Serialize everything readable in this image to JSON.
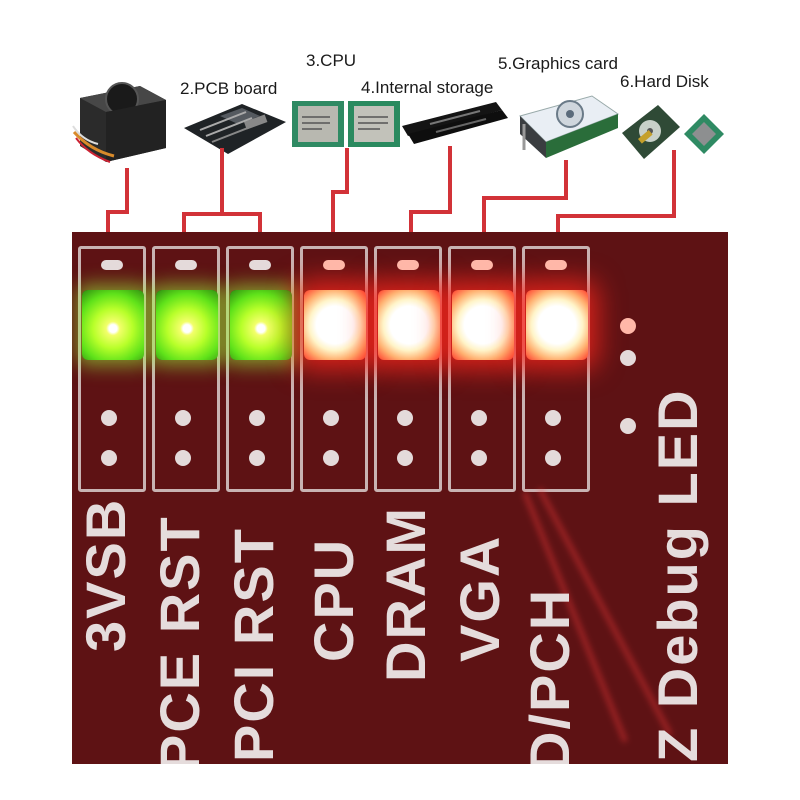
{
  "labels": {
    "pcb_board": "2.PCB board",
    "cpu": "3.CPU",
    "internal_storage": "4.Internal storage",
    "graphics_card": "5.Graphics card",
    "hard_disk": "6.Hard Disk"
  },
  "board_labels": {
    "l1": "3VSB",
    "l2a": "PCE RST",
    "l3a": "PCI RST",
    "l4": "CPU",
    "l5": "DRAM",
    "l6": "VGA",
    "l7": "D/PCH",
    "l8": "Z Debug LED"
  },
  "leds": [
    {
      "name": "3VSB",
      "color": "green"
    },
    {
      "name": "PCE RST",
      "color": "green"
    },
    {
      "name": "PCI RST",
      "color": "green"
    },
    {
      "name": "CPU",
      "color": "red"
    },
    {
      "name": "DRAM",
      "color": "red"
    },
    {
      "name": "VGA",
      "color": "red"
    },
    {
      "name": "D/PCH",
      "color": "red"
    }
  ],
  "colors": {
    "board": "#5e1214",
    "connector_line": "#d23238",
    "led_green": "#b8ff2a",
    "led_red": "#ff3b2b",
    "silkscreen": "#e5dcdc"
  }
}
